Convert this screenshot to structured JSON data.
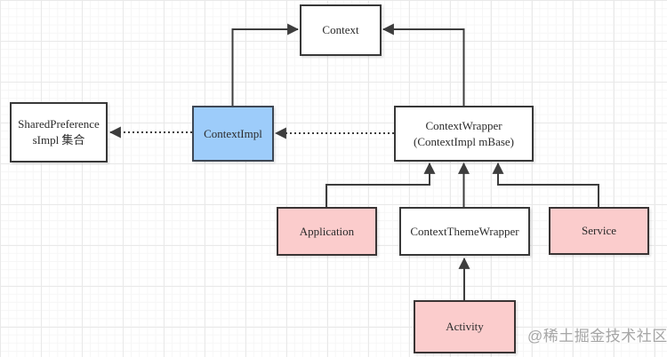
{
  "diagram": {
    "nodes": {
      "context": {
        "label": "Context",
        "fill": "#ffffff"
      },
      "shared_preference": {
        "label": "SharedPreference",
        "label2": "sImpl 集合",
        "fill": "#ffffff"
      },
      "context_impl": {
        "label": "ContextImpl",
        "fill": "#9dccfa"
      },
      "context_wrapper": {
        "label": "ContextWrapper",
        "label2": "(ContextImpl mBase)",
        "fill": "#ffffff"
      },
      "application": {
        "label": "Application",
        "fill": "#fbcccc"
      },
      "context_theme_wrapper": {
        "label": "ContextThemeWrapper",
        "fill": "#ffffff"
      },
      "service": {
        "label": "Service",
        "fill": "#fbcccc"
      },
      "activity": {
        "label": "Activity",
        "fill": "#fbcccc"
      }
    },
    "edges": [
      {
        "from": "context_impl",
        "to": "context",
        "style": "solid"
      },
      {
        "from": "context_wrapper",
        "to": "context",
        "style": "solid"
      },
      {
        "from": "context_wrapper",
        "to": "context_impl",
        "style": "dotted"
      },
      {
        "from": "context_impl",
        "to": "shared_preference",
        "style": "dotted"
      },
      {
        "from": "application",
        "to": "context_wrapper",
        "style": "solid"
      },
      {
        "from": "context_theme_wrapper",
        "to": "context_wrapper",
        "style": "solid"
      },
      {
        "from": "service",
        "to": "context_wrapper",
        "style": "solid"
      },
      {
        "from": "activity",
        "to": "context_theme_wrapper",
        "style": "solid"
      }
    ],
    "colors": {
      "node_border": "#383838",
      "edge_stroke": "#3d3d3d",
      "blue_fill": "#9dccfa",
      "pink_fill": "#fbcccc",
      "watermark": "#a6a6a6"
    }
  },
  "watermark": {
    "text": "@稀土掘金技术社区"
  }
}
